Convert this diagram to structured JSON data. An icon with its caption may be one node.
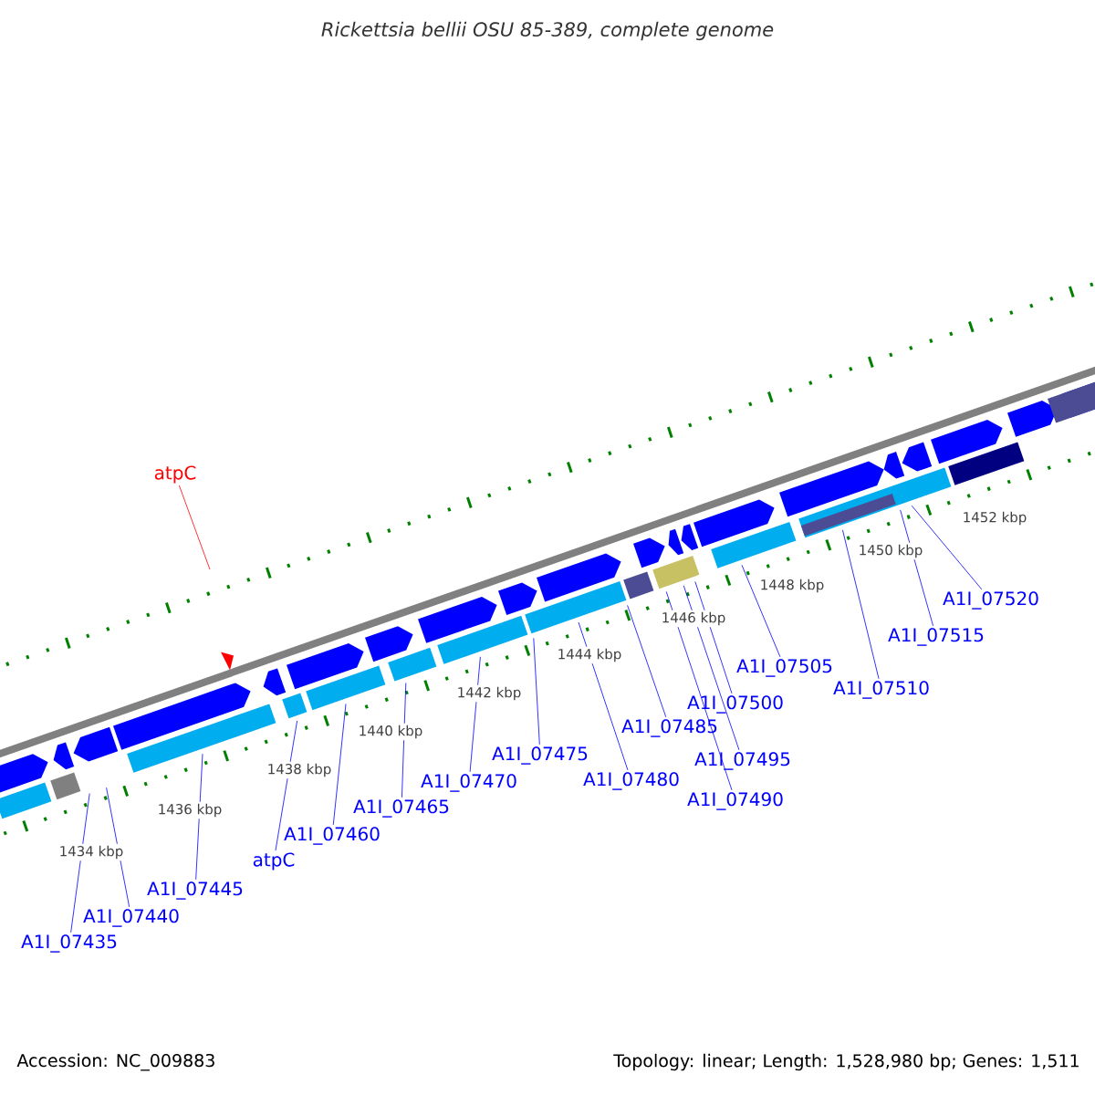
{
  "diagram": {
    "title": "Rickettsia bellii OSU 85-389, complete genome",
    "nodes": [
      {
        "text": [
          "atpC"
        ]
      },
      {
        "text": [
          "A1I_07435"
        ]
      },
      {
        "text": [
          "A1I_07440"
        ]
      },
      {
        "text": [
          "A1I_07445"
        ]
      },
      {
        "text": [
          "atpC"
        ]
      },
      {
        "text": [
          "A1I_07460"
        ]
      },
      {
        "text": [
          "A1I_07465"
        ]
      },
      {
        "text": [
          "A1I_07470"
        ]
      },
      {
        "text": [
          "A1I_07475"
        ]
      },
      {
        "text": [
          "A1I_07480"
        ]
      },
      {
        "text": [
          "A1I_07485"
        ]
      },
      {
        "text": [
          "A1I_07490"
        ]
      },
      {
        "text": [
          "A1I_07495"
        ]
      },
      {
        "text": [
          "A1I_07500"
        ]
      },
      {
        "text": [
          "A1I_07505"
        ]
      },
      {
        "text": [
          "A1I_07510"
        ]
      },
      {
        "text": [
          "A1I_07515"
        ]
      },
      {
        "text": [
          "A1I_07520"
        ]
      }
    ],
    "edges": [
      {
        "from": 0,
        "to": null,
        "arrow": "none",
        "color": "#ff0000"
      },
      {
        "from": 1,
        "to": null,
        "arrow": "none"
      },
      {
        "from": 2,
        "to": null,
        "arrow": "none"
      },
      {
        "from": 3,
        "to": null,
        "arrow": "none"
      },
      {
        "from": 4,
        "to": null,
        "arrow": "none"
      },
      {
        "from": 5,
        "to": null,
        "arrow": "none"
      },
      {
        "from": 6,
        "to": null,
        "arrow": "none"
      },
      {
        "from": 7,
        "to": null,
        "arrow": "none"
      },
      {
        "from": 8,
        "to": null,
        "arrow": "none"
      },
      {
        "from": 9,
        "to": null,
        "arrow": "none"
      },
      {
        "from": 10,
        "to": null,
        "arrow": "none"
      },
      {
        "from": 11,
        "to": null,
        "arrow": "none"
      },
      {
        "from": 12,
        "to": null,
        "arrow": "none"
      },
      {
        "from": 13,
        "to": null,
        "arrow": "none"
      },
      {
        "from": 14,
        "to": null,
        "arrow": "none"
      },
      {
        "from": 15,
        "to": null,
        "arrow": "none"
      },
      {
        "from": 16,
        "to": null,
        "arrow": "none"
      },
      {
        "from": 17,
        "to": null,
        "arrow": "none"
      }
    ],
    "labels": [
      "1434 kbp",
      "1436 kbp",
      "1438 kbp",
      "1440 kbp",
      "1442 kbp",
      "1444 kbp",
      "1446 kbp",
      "1448 kbp",
      "1450 kbp",
      "1452 kbp",
      "Accession: NC_009883",
      "Topology: linear; Length: 1,528,980 bp; Genes: 1,511"
    ]
  }
}
